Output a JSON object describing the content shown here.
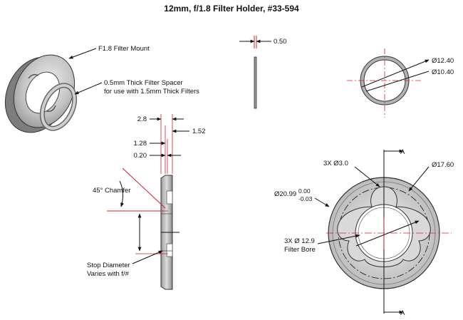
{
  "title": "12mm, f/1.8 Filter Holder, #33-594",
  "iso_labels": {
    "mount": "F1.8 Filter Mount",
    "spacer_line1": "0.5mm Thick Filter Spacer",
    "spacer_line2": "for use with 1.5mm Thick Filters"
  },
  "spacer_thickness": "0.50",
  "ring_dims": {
    "outer": "Ø12.40",
    "inner": "Ø10.40"
  },
  "side_dims": {
    "d1": "2.8",
    "d2": "1.52",
    "d3": "1.28",
    "d4": "0.20",
    "chamfer": "45° Chamfer",
    "stop_line1": "Stop Diameter",
    "stop_line2": "Varies with f/#"
  },
  "front_dims": {
    "holes": "3X Ø3.0",
    "outer": "Ø17.60",
    "body": "Ø20.99",
    "tol_upper": "0.00",
    "tol_lower": "-0.03",
    "bore_line1": "3X Ø 12.9",
    "bore_line2": "Filter Bore",
    "section_top": "A",
    "section_bottom": "A"
  },
  "colors": {
    "dimension_line": "#d6202a",
    "part_fill": "#b8b8b8",
    "outline": "#111111"
  }
}
